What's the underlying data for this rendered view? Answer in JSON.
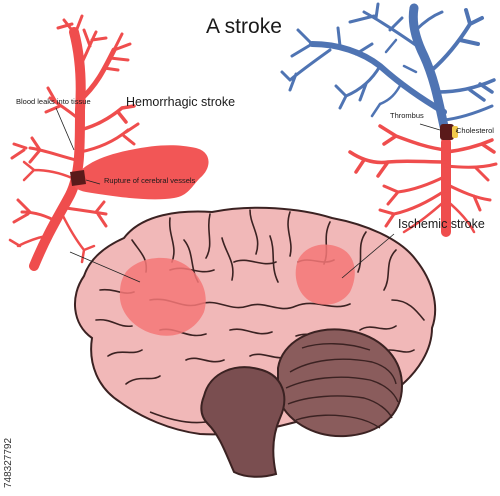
{
  "title": "A stroke",
  "labels": {
    "hemorrhagic": "Hemorrhagic stroke",
    "ischemic": "Ischemic stroke",
    "blood_leaks": "Blood leaks into tissue",
    "rupture": "Rupture of cerebral vessels",
    "thrombus": "Thrombus",
    "cholesterol": "Cholesterol"
  },
  "stock_id": "748327792",
  "colors": {
    "artery": "#ef4d4d",
    "vein": "#4f74b3",
    "brain": "#f1b8b8",
    "brain_outline": "#3b2222",
    "hemorrhage_pool": "#f25656",
    "lesion": "#f47777",
    "cerebellum": "#8a5c5c",
    "brainstem": "#7a4e50"
  }
}
